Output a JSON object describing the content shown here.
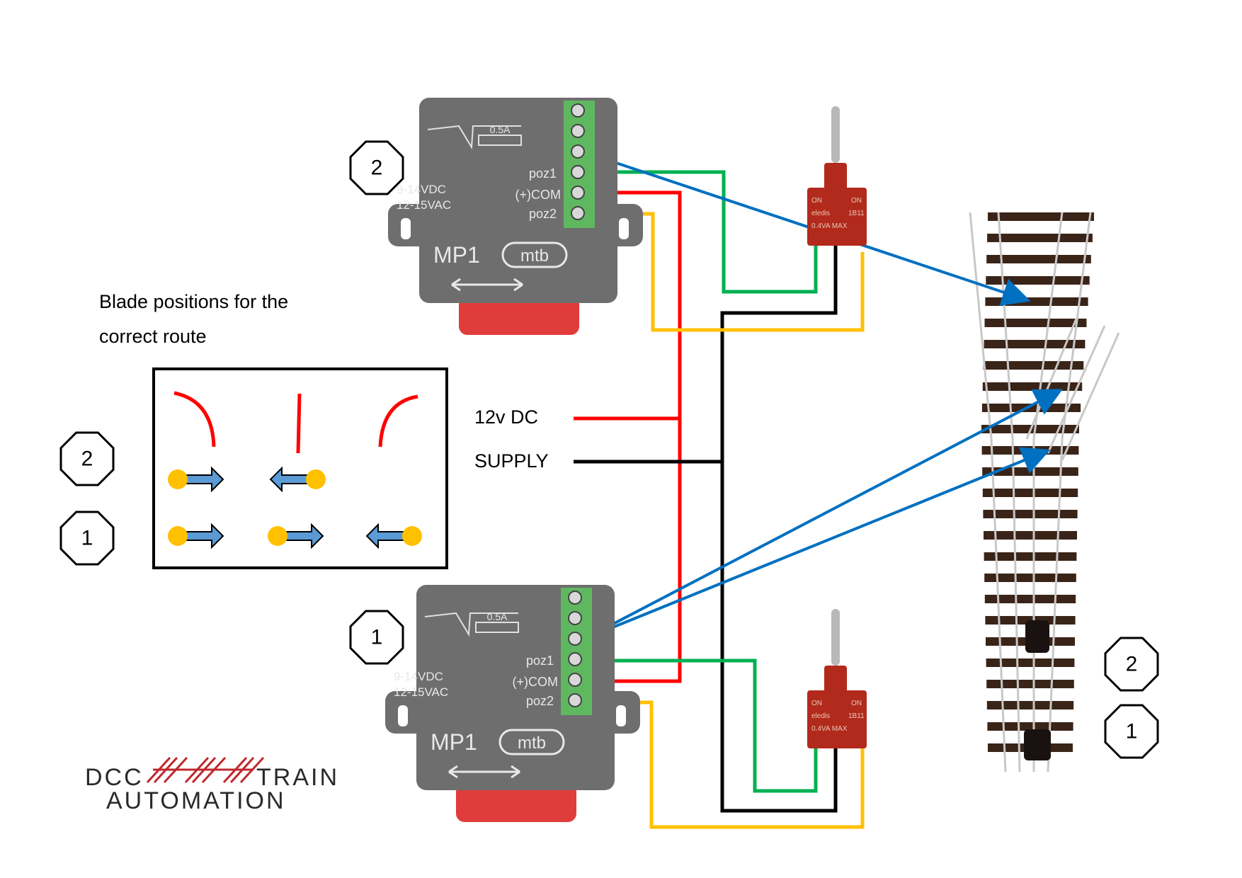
{
  "caption": {
    "line1": "Blade positions for the",
    "line2": "correct route"
  },
  "supply": {
    "line1": "12v DC",
    "line2": "SUPPLY"
  },
  "octagons": {
    "module_top": "2",
    "module_bottom": "1",
    "legend_row_2": "2",
    "legend_row_1": "1",
    "track_2": "2",
    "track_1": "1"
  },
  "motor_module": {
    "fuse": "0.5A",
    "voltage_dc": "9-14VDC",
    "voltage_ac": "12-15VAC",
    "poz1": "poz1",
    "com": "(+)COM",
    "poz2": "poz2",
    "model": "MP1",
    "brand": "mtb"
  },
  "toggle_switch": {
    "on_left": "ON",
    "on_right": "ON",
    "brand": "eledis",
    "model": "1B11",
    "rating": "0.4VA MAX"
  },
  "logo": {
    "line1_left": "DCC",
    "line1_right": "TRAIN",
    "line2": "AUTOMATION"
  },
  "colors": {
    "wire_red": "#ff0000",
    "wire_black": "#000000",
    "wire_green": "#00b050",
    "wire_yellow": "#ffc000",
    "pointer_blue": "#0070c0",
    "blade_red": "#ff0000",
    "dot_yellow": "#ffc000",
    "arrow_blue": "#5b9bd5",
    "module_grey": "#6e6e6e",
    "terminal_green": "#5fb85f",
    "module_red": "#e03c3c",
    "switch_red": "#b22a1c",
    "sleeper_brown": "#3a2418"
  }
}
